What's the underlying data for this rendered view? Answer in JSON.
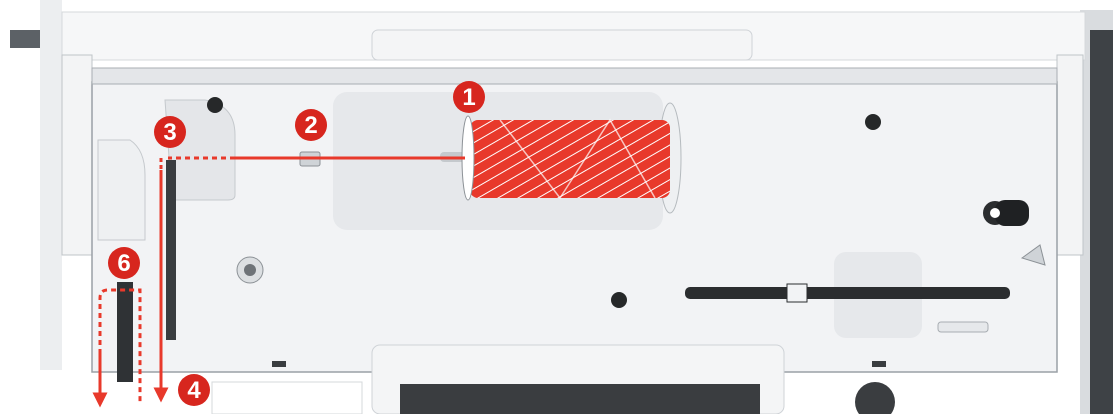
{
  "diagram": {
    "steps": [
      {
        "id": "1",
        "label": "1"
      },
      {
        "id": "2",
        "label": "2"
      },
      {
        "id": "3",
        "label": "3"
      },
      {
        "id": "4",
        "label": "4"
      },
      {
        "id": "6",
        "label": "6"
      }
    ],
    "colors": {
      "thread": "#e8392b",
      "badge": "#d7261e",
      "panel": "#f2f3f5",
      "panel_border": "#9aa0a6",
      "body": "#f6f7f8",
      "dark_frame": "#5c6166"
    },
    "components": {
      "spool": "thread-spool",
      "spool_pin": "spool-pin",
      "thread_guide": "thread-guide",
      "pretension": "pretension-guide",
      "take_up_lever": "take-up-lever",
      "bobbin_winder": "bobbin-winder",
      "stylus_holder": "stylus-holder"
    }
  }
}
